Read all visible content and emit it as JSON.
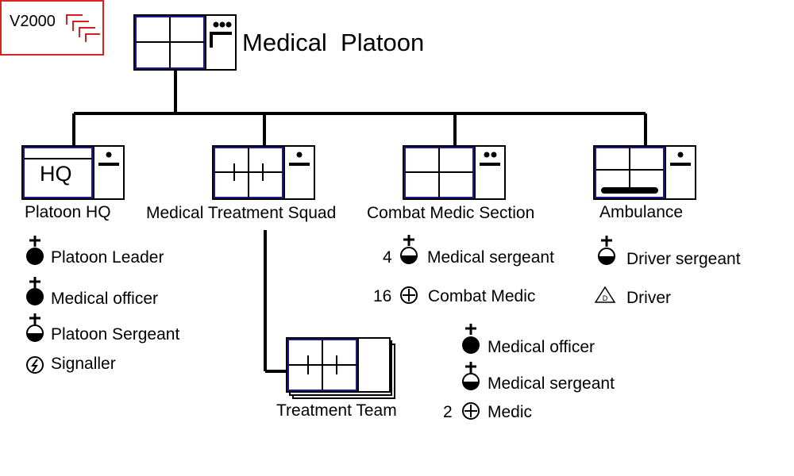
{
  "badge": {
    "text": "V2000"
  },
  "title": "Medical  Platoon",
  "units": {
    "hq": "Platoon HQ",
    "squad": "Medical Treatment Squad",
    "section": "Combat Medic Section",
    "ambulance": "Ambulance",
    "team": "Treatment Team"
  },
  "hq_symbol_text": "HQ",
  "hq_personnel": [
    "Platoon Leader",
    "Medical officer",
    "Platoon Sergeant",
    "Signaller"
  ],
  "section_personnel": [
    {
      "count": "4",
      "role": "Medical sergeant"
    },
    {
      "count": "16",
      "role": "Combat Medic"
    }
  ],
  "ambulance_personnel": [
    "Driver sergeant",
    "Driver"
  ],
  "team_personnel": [
    {
      "count": "",
      "role": "Medical officer"
    },
    {
      "count": "",
      "role": "Medical sergeant"
    },
    {
      "count": "2",
      "role": "Medic"
    }
  ],
  "colors": {
    "frame": "#1a1a8c",
    "badge": "#d22222"
  }
}
